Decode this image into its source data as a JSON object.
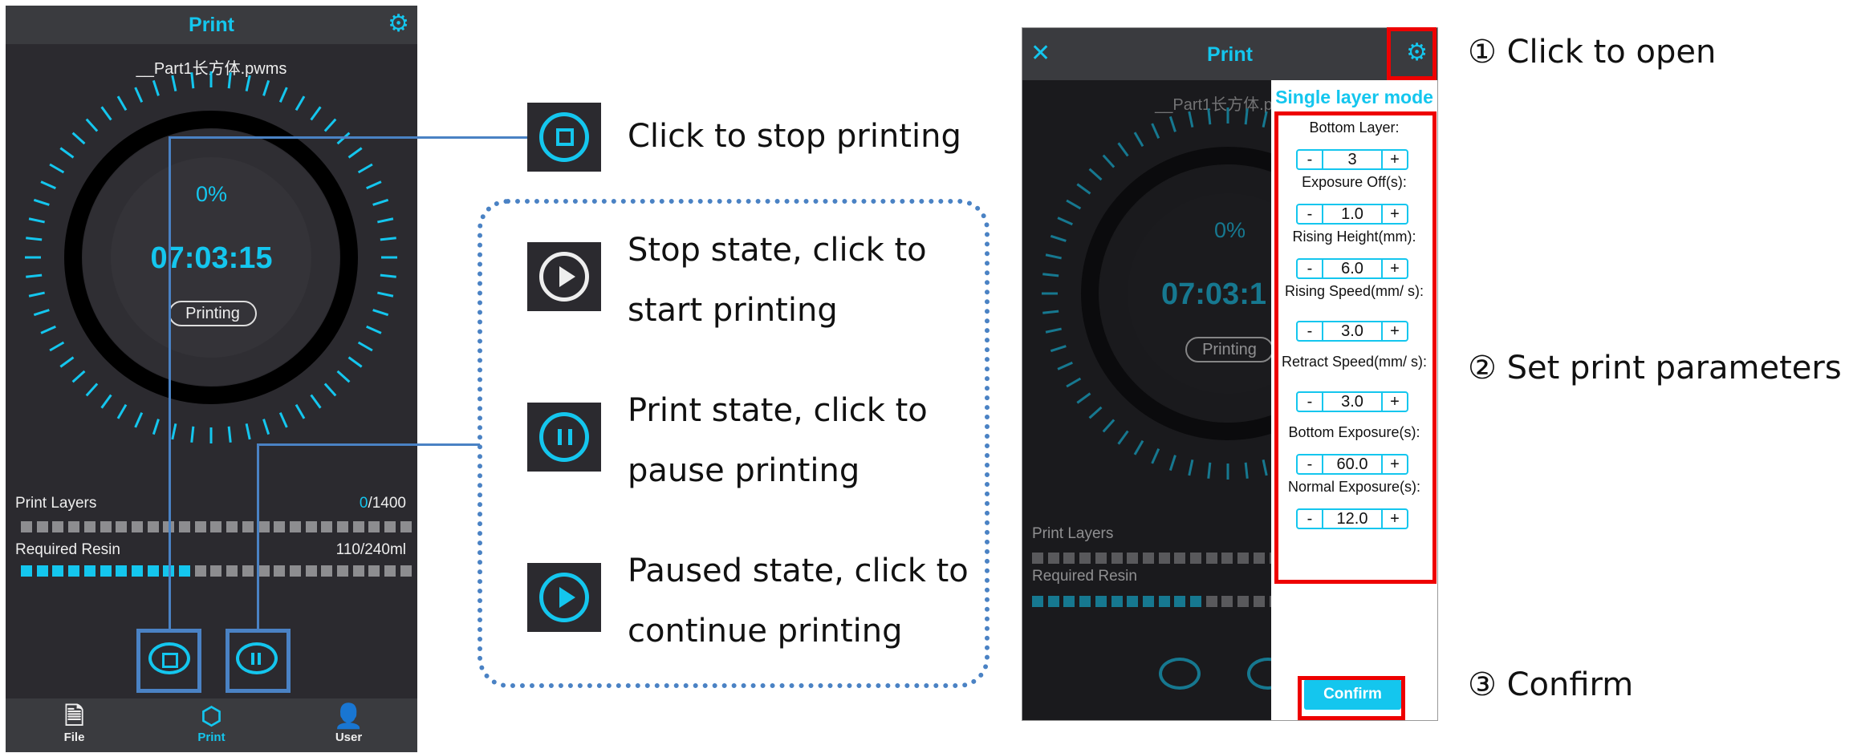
{
  "left_phone": {
    "title": "Print",
    "filename": "__Part1长方体.pwms",
    "percent": "0%",
    "time_remaining": "07:03:15",
    "status": "Printing",
    "print_layers_label": "Print Layers",
    "layers_done": "0",
    "layers_total": "/1400",
    "layers_fraction": 0,
    "required_resin_label": "Required Resin",
    "resin_value": "110/240ml",
    "resin_fraction": 0.458,
    "nav": [
      {
        "label": "File",
        "icon": "file-icon"
      },
      {
        "label": "Print",
        "icon": "cube-icon",
        "active": true
      },
      {
        "label": "User",
        "icon": "user-icon"
      }
    ]
  },
  "annotations": {
    "stop": "Click to stop printing",
    "start_1": "Stop state, click to",
    "start_2": "start printing",
    "pause_1": "Print state, click to",
    "pause_2": "pause printing",
    "continue_1": "Paused state, click to",
    "continue_2": "continue printing"
  },
  "right_phone": {
    "title": "Print",
    "filename": "__Part1长方体.p",
    "percent": "0%",
    "time_remaining": "07:03:1",
    "status": "Printing",
    "print_layers_label": "Print Layers",
    "required_resin_label": "Required Resin",
    "panel": {
      "title": "Single layer mode",
      "params": [
        {
          "label": "Bottom Layer:",
          "value": "3"
        },
        {
          "label": "Exposure Off(s):",
          "value": "1.0"
        },
        {
          "label": "Rising Height(mm):",
          "value": "6.0"
        },
        {
          "label": "Rising Speed(mm/ s):",
          "value": "3.0"
        },
        {
          "label": "Retract Speed(mm/ s):",
          "value": "3.0"
        },
        {
          "label": "Bottom Exposure(s):",
          "value": "60.0"
        },
        {
          "label": "Normal Exposure(s):",
          "value": "12.0"
        }
      ],
      "minus": "-",
      "plus": "+",
      "confirm": "Confirm"
    }
  },
  "steps": {
    "step1": "① Click to open",
    "step2": "② Set print parameters",
    "step3": "③ Confirm"
  },
  "colors": {
    "accent": "#14c6ee",
    "callout": "#4a82c4",
    "highlight": "#ee0000"
  }
}
